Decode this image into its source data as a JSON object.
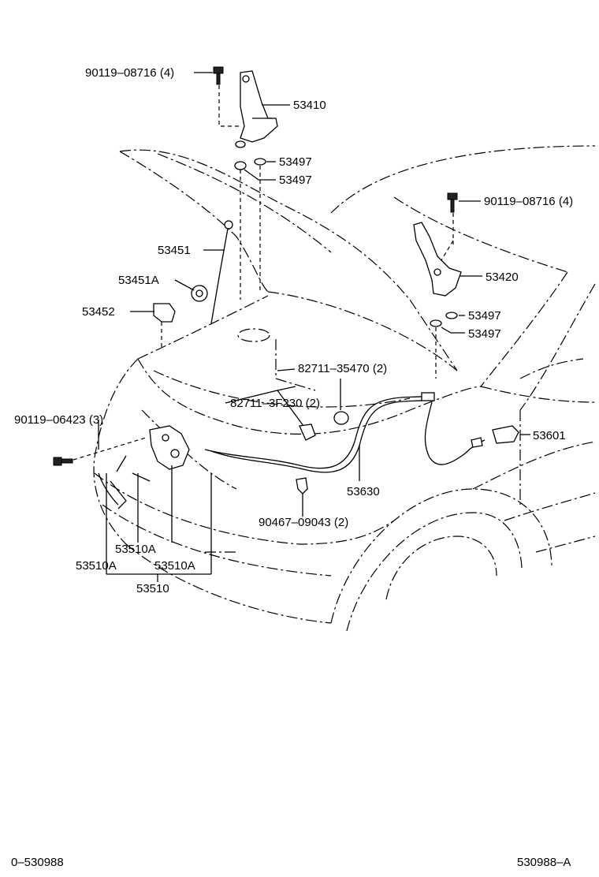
{
  "diagram": {
    "callouts": {
      "bolt_top": "90119–08716 (4)",
      "hinge_left": "53410",
      "washer_a": "53497",
      "washer_b": "53497",
      "bolt_right": "90119–08716 (4)",
      "rod": "53451",
      "hinge_right": "53420",
      "rod_holder": "53451A",
      "washer_c": "53497",
      "bracket": "53452",
      "washer_d": "53497",
      "clamp_a": "82711–35470 (2)",
      "clamp_b": "82711–3F230 (2)",
      "bolt_left": "90119–06423 (3)",
      "lever": "53601",
      "cable": "53630",
      "clip": "90467–09043 (2)",
      "lock_sub_a": "53510A",
      "lock_sub_b": "53510A",
      "lock_sub_c": "53510A",
      "lock": "53510"
    },
    "footer": {
      "left_code": "0–530988",
      "right_code": "530988–A"
    }
  }
}
